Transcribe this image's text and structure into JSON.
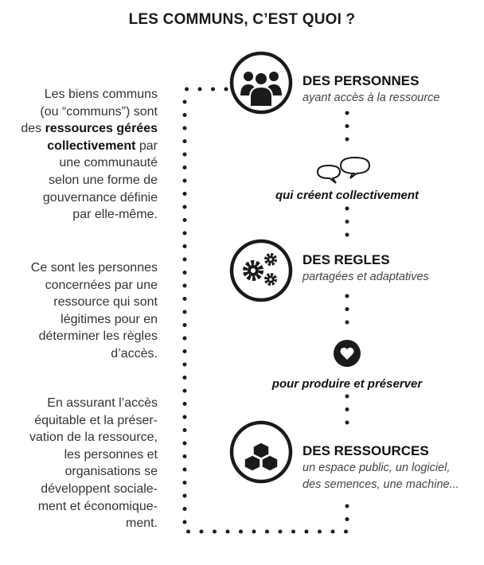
{
  "title": "LES COMMUNS, C’EST QUOI ?",
  "intro": {
    "p1": [
      "Les biens communs",
      "(ou “communs”) sont",
      "des ",
      "ressources gérées",
      "collectivement",
      " par",
      "une communauté",
      "selon une forme de",
      "gouvernance définie",
      "par elle-même."
    ],
    "p2": [
      "Ce sont les personnes",
      "concernées par une",
      "ressource qui sont",
      "légitimes pour en",
      "déterminer les règles",
      "d’accès."
    ],
    "p3": [
      "En assurant l’accès",
      "équitable et la préser-",
      "vation de la ressource,",
      "les personnes et",
      "organisations se",
      "développent sociale-",
      "ment et économique-",
      "ment."
    ]
  },
  "cycle": {
    "personnes": {
      "title": "DES PERSONNES",
      "subtitle": "ayant accès à la ressource",
      "icon": "people-icon"
    },
    "link1": {
      "label": "qui créent collectivement",
      "icon": "speech-bubbles-icon"
    },
    "regles": {
      "title": "DES REGLES",
      "subtitle": "partagées et adaptatives",
      "icon": "gears-icon"
    },
    "link2": {
      "label": "pour produire et préserver",
      "icon": "heart-icon"
    },
    "ressources": {
      "title": "DES RESSOURCES",
      "subtitle1": "un espace public, un logiciel,",
      "subtitle2": "des semences, une machine...",
      "icon": "cubes-icon"
    }
  }
}
